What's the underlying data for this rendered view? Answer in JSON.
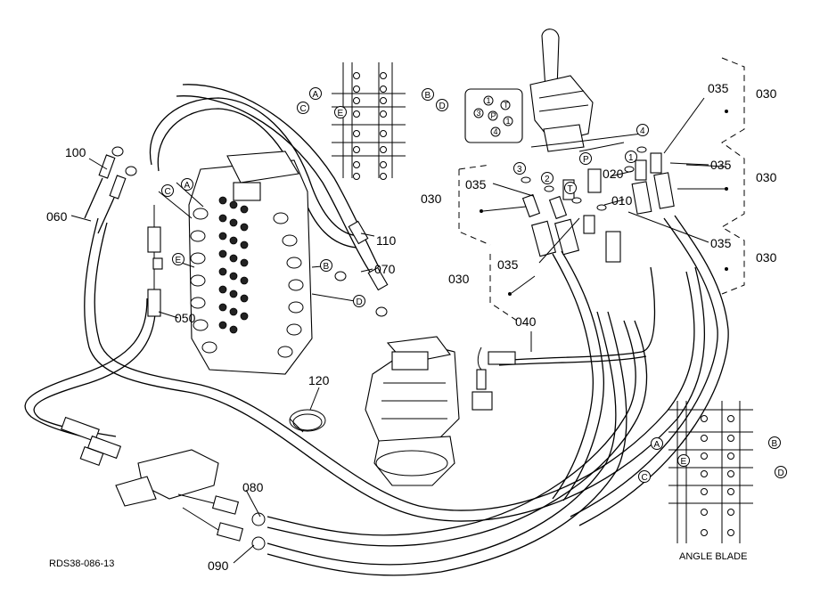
{
  "drawing_id": "RDS38-086-13",
  "caption": "ANGLE BLADE",
  "part_numbers": {
    "p010": "010",
    "p020": "020",
    "p030": "030",
    "p035": "035",
    "p040": "040",
    "p050": "050",
    "p060": "060",
    "p070": "070",
    "p080": "080",
    "p090": "090",
    "p100": "100",
    "p110": "110",
    "p120": "120"
  },
  "connection_letters": {
    "a": "A",
    "b": "B",
    "c": "C",
    "d": "D",
    "e": "E"
  },
  "port_marks": {
    "one": "1",
    "two": "2",
    "three": "3",
    "four": "4",
    "p": "P",
    "t": "T"
  }
}
